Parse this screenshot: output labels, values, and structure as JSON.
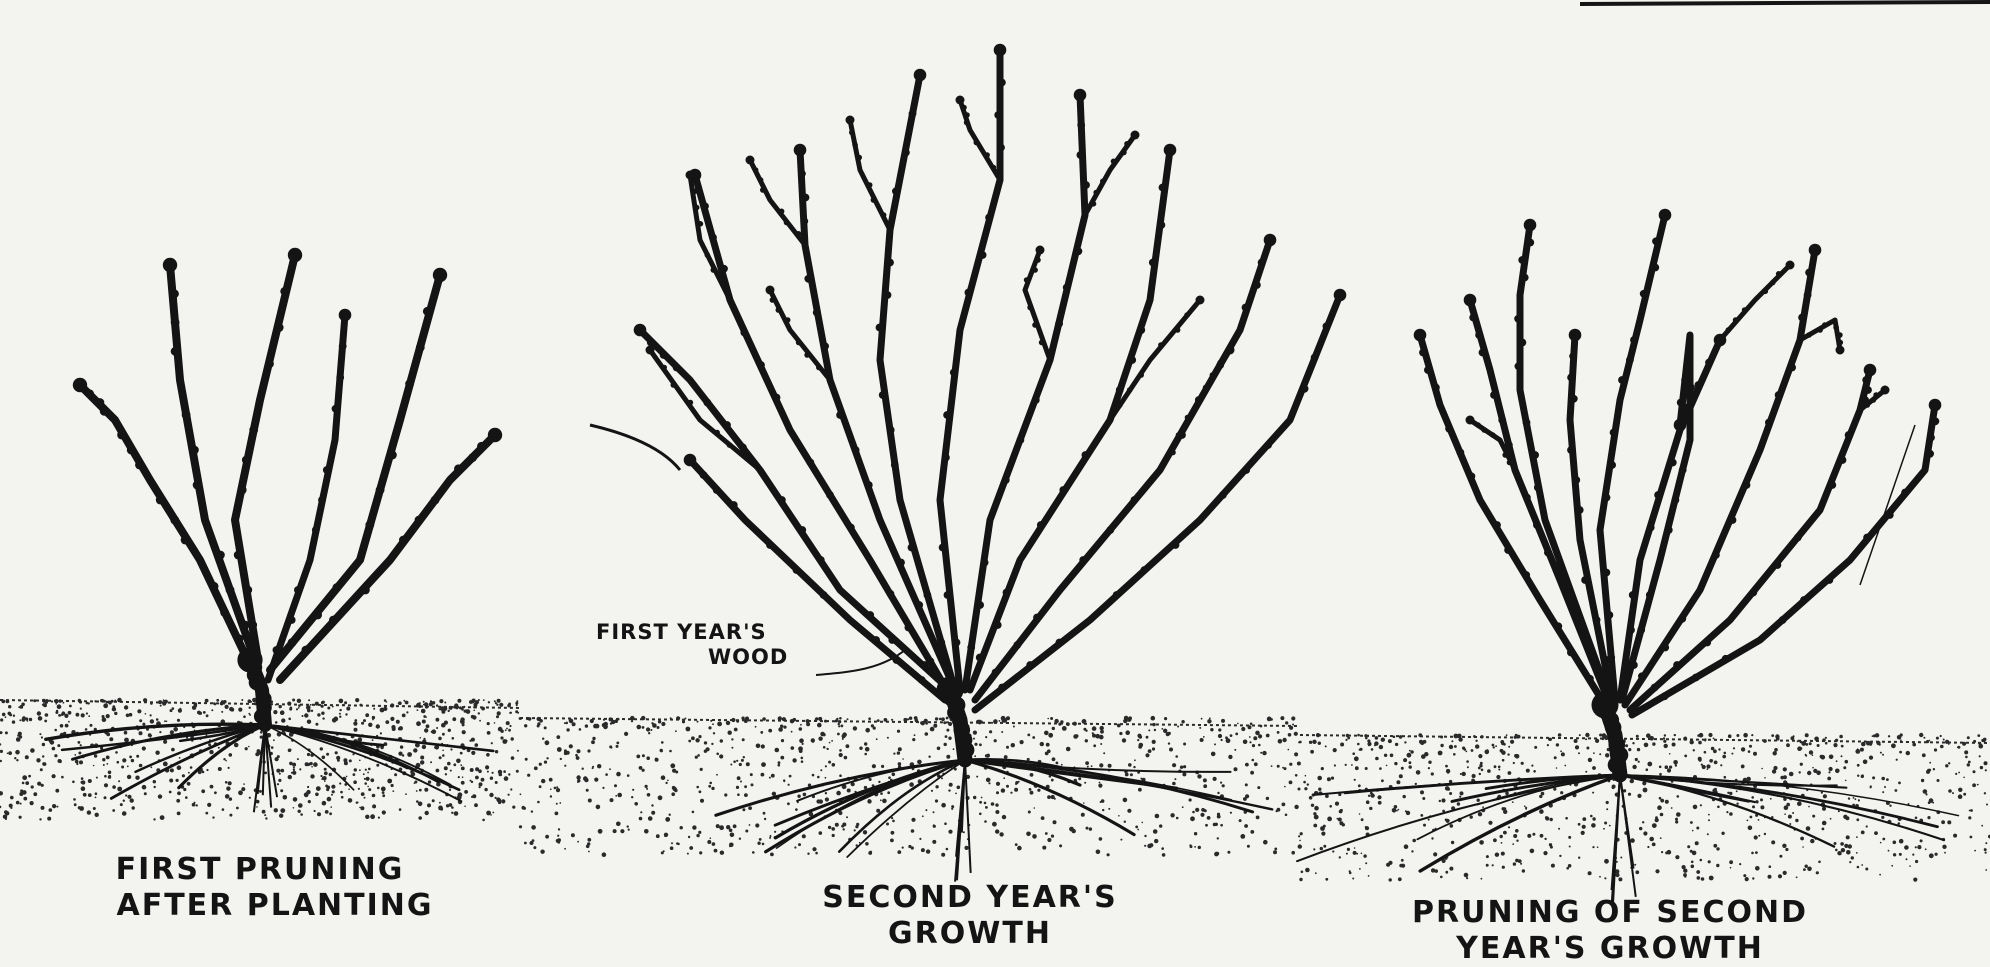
{
  "captions": {
    "first": [
      "FIRST PRUNING",
      "AFTER PLANTING"
    ],
    "second": [
      "SECOND YEAR'S",
      "GROWTH"
    ],
    "third": [
      "PRUNING OF SECOND",
      "YEAR'S GROWTH"
    ]
  },
  "callout": [
    "FIRST YEAR'S",
    "WOOD"
  ],
  "colors": {
    "paper": "#f3f3f0",
    "ink": "#141414",
    "soil": "#2a2a2a"
  }
}
